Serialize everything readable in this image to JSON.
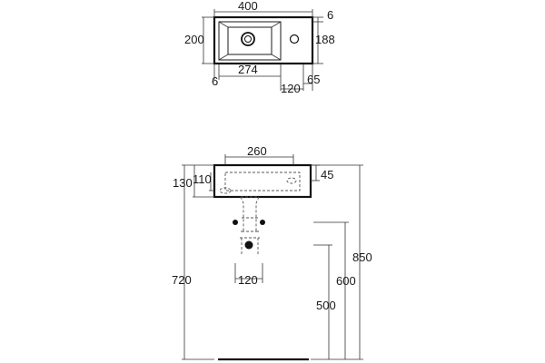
{
  "top_view": {
    "width": "400",
    "depth": "200",
    "bowl_width": "274",
    "right_depth": "188",
    "wall_top": "6",
    "wall_left": "6",
    "tap_offset": "120",
    "tap_edge": "65"
  },
  "front_view": {
    "bowl_span": "260",
    "overall_height": "130",
    "rim_height": "110",
    "rim_depth": "45",
    "floor_to_top": "850",
    "floor_to_fixing": "600",
    "floor_to_waste": "500",
    "floor_to_underside": "720",
    "supply_spacing": "120"
  },
  "colors": {
    "line": "#1a1a1a",
    "background": "#ffffff"
  }
}
